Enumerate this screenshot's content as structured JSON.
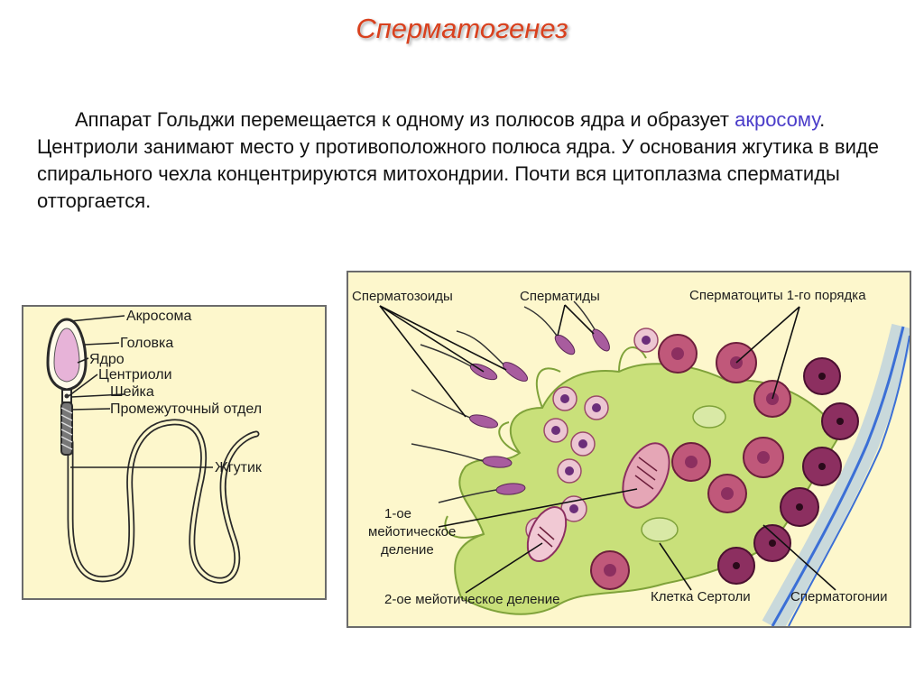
{
  "slide": {
    "title": "Сперматогенез",
    "paragraph": {
      "part1": "Аппарат Гольджи перемещается к одному из полюсов ядра и образует ",
      "term": "акросому",
      "part2": ". Центриоли занимают место у противоположного полюса ядра. У основания жгутика в виде спирального чехла концентрируются митохондрии. Почти вся цитоплазма сперматиды отторгается."
    }
  },
  "sperm_diagram": {
    "labels": {
      "acrosome": "Акросома",
      "head": "Головка",
      "nucleus": "Ядро",
      "centrioles": "Центриоли",
      "neck": "Шейка",
      "midpiece": "Промежуточный отдел",
      "flagellum": "Жгутик"
    }
  },
  "tubule_diagram": {
    "labels": {
      "spermatozoa": "Сперматозоиды",
      "spermatids": "Сперматиды",
      "spermatocytes": "Сперматоциты 1-го порядка",
      "meiosis1": [
        "1-ое",
        "мейотическое",
        "деление"
      ],
      "meiosis2": "2-ое мейотическое деление",
      "sertoli": "Клетка Сертоли",
      "spermatogonia": "Сперматогонии"
    }
  },
  "colors": {
    "title": "#d9411e",
    "term": "#4a3cc9",
    "figure_bg": "#fdf7cc",
    "sertoli": "#c9e07a",
    "cell_pink": "#e5a6b6",
    "cell_purple": "#8c2f60",
    "nucleus": "#6b2e7a",
    "basement_membrane": "#3b6fd6"
  }
}
